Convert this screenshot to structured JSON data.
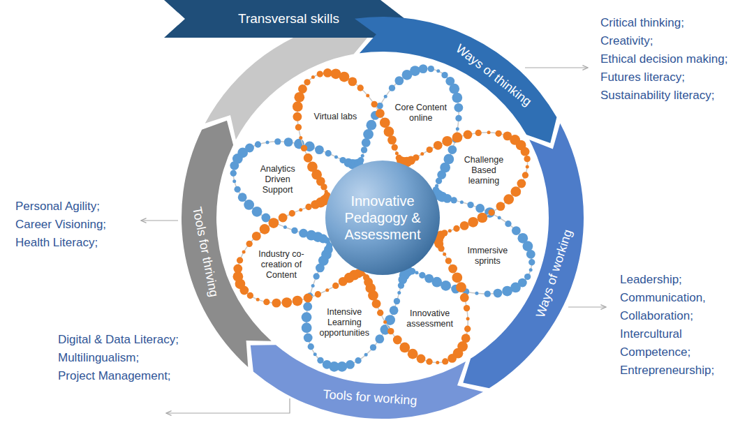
{
  "diagram": {
    "nodes": [
      {
        "text": [
          "Transversal skills"
        ]
      },
      {
        "text": [
          "Ways of thinking"
        ]
      },
      {
        "text": [
          "Ways of working"
        ]
      },
      {
        "text": [
          "Tools for working"
        ]
      },
      {
        "text": [
          "Tools for thriving"
        ]
      },
      {
        "text": [
          "Innovative Pedagogy & Assessment"
        ]
      },
      {
        "text": [
          "Virtual labs"
        ]
      },
      {
        "text": [
          "Core Content online"
        ]
      },
      {
        "text": [
          "Challenge Based learning"
        ]
      },
      {
        "text": [
          "Immersive sprints"
        ]
      },
      {
        "text": [
          "Innovative assessment"
        ]
      },
      {
        "text": [
          "Intensive Learning opportunities"
        ]
      },
      {
        "text": [
          "Industry co-creation of Content"
        ]
      },
      {
        "text": [
          "Analytics Driven Support"
        ]
      }
    ],
    "labels": [
      "Critical thinking;",
      "Creativity;",
      "Ethical decision making;",
      "Futures literacy;",
      "Sustainability literacy;",
      "Personal Agility;",
      "Career Visioning;",
      "Health Literacy;",
      "Leadership;",
      "Communication,",
      "Collaboration;",
      "Intercultural Competence;",
      "Entrepreneurship;",
      "Digital & Data Literacy;",
      "Multilingualism;",
      "Project Management;"
    ]
  }
}
